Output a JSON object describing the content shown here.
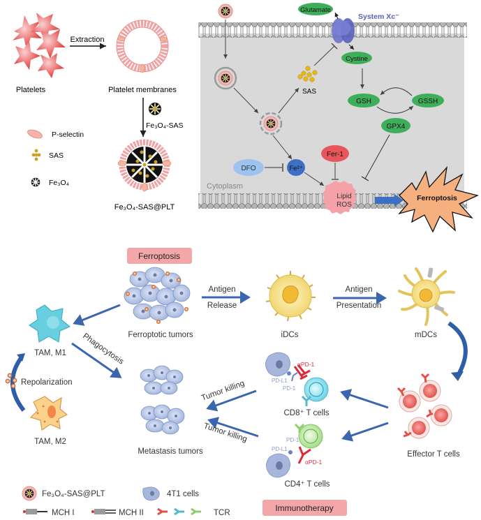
{
  "panel_a": {
    "platelets_label": "Platelets",
    "extraction_label": "Extraction",
    "membranes_label": "Platelet membranes",
    "fe3o4_sas_label": "Fe₃O₄-SAS",
    "product_label": "Fe₃O₄-SAS@PLT",
    "legend": [
      {
        "icon": "p-selectin-icon",
        "label": "P-selectin"
      },
      {
        "icon": "sas-icon",
        "label": "SAS"
      },
      {
        "icon": "fe3o4-icon",
        "label": "Fe₃O₄"
      }
    ]
  },
  "panel_b": {
    "glutamate": "Glutamate",
    "system_xc": "System Xc⁻",
    "cystine": "Cystine",
    "sas": "SAS",
    "gsh": "GSH",
    "gssh": "GSSH",
    "gpx4": "GPX4",
    "fer1": "Fer-1",
    "dfo": "DFO",
    "fe2": "Fe²⁺",
    "lipid_ros_line1": "Lipid",
    "lipid_ros_line2": "ROS",
    "cytoplasm": "Cytoplasm",
    "ferroptosis": "Ferroptosis"
  },
  "panel_c": {
    "ferroptosis_badge": "Ferroptosis",
    "ferroptotic_tumors": "Ferroptotic tumors",
    "antigen_release_line1": "Antigen",
    "antigen_release_line2": "Release",
    "idcs": "iDCs",
    "antigen_presentation_line1": "Antigen",
    "antigen_presentation_line2": "Presentation",
    "mdcs": "mDCs",
    "tam_m1": "TAM, M1",
    "tam_m2": "TAM, M2",
    "repolarization": "Repolarization",
    "phagocytosis": "Phagocytosis",
    "metastasis_tumors": "Metastasis tumors",
    "tumor_killing_1": "Tumor killing",
    "tumor_killing_2": "Tumor killing",
    "cd8_label": "CD8⁺ T cells",
    "cd4_label": "CD4⁺ T cells",
    "effector_t": "Effector T cells",
    "apd1_1": "αPD-1",
    "apd1_2": "αPD-1",
    "pdl1_1": "PD-L1",
    "pd1_1": "PD-1",
    "pdl1_2": "PD-L1",
    "pd1_2": "PD-1",
    "immunotherapy_badge": "Immunotherapy"
  },
  "legend_bottom": {
    "nanoparticle": "Fe₃O₄-SAS@PLT",
    "cells_4t1": "4T1 cells",
    "mhc1": "MCH I",
    "mhc2": "MCH II",
    "tcr": "TCR"
  },
  "colors": {
    "arrow_blue": "#3a66b0",
    "green_node": "#3fae5a",
    "red_node": "#e8555a",
    "badge_pink": "#f4a7a9",
    "cytoplasm_gray": "#d9d9d9",
    "ferroptosis_orange": "#f4b07e"
  }
}
